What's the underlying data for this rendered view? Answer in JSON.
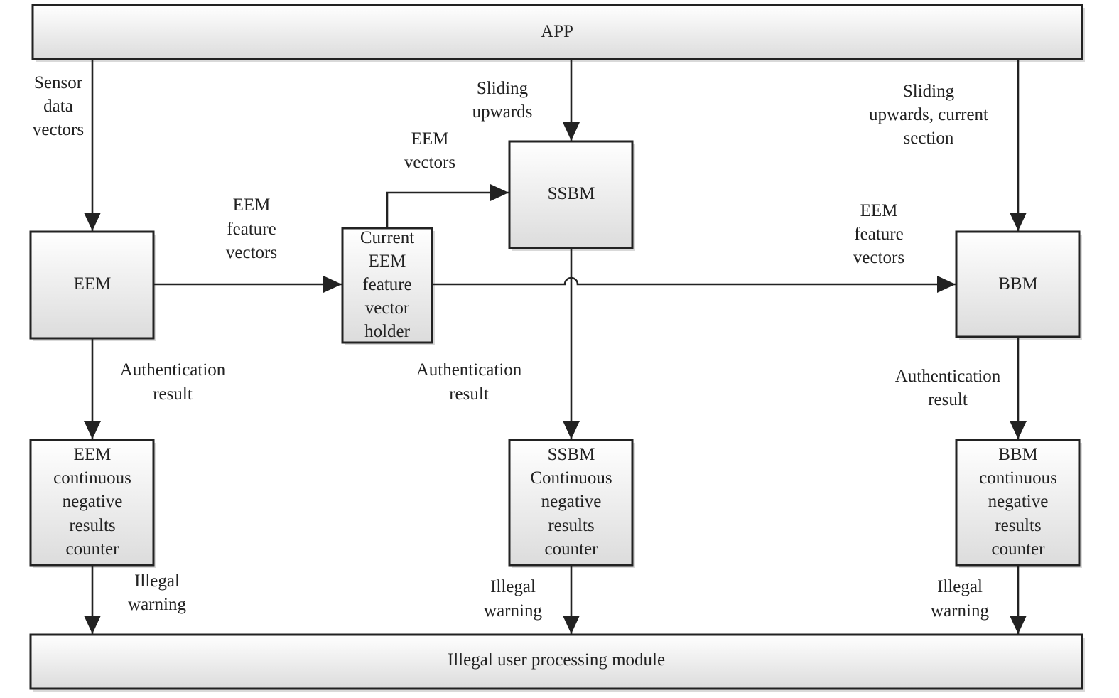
{
  "nodes": {
    "app": {
      "label": "APP"
    },
    "eem": {
      "label": "EEM"
    },
    "holder": {
      "lines": [
        "Current",
        "EEM",
        "feature",
        "vector",
        "holder"
      ]
    },
    "ssbm": {
      "label": "SSBM"
    },
    "bbm": {
      "label": "BBM"
    },
    "eem_counter": {
      "lines": [
        "EEM",
        "continuous",
        "negative",
        "results",
        "counter"
      ]
    },
    "ssbm_counter": {
      "lines": [
        "SSBM",
        "Continuous",
        "negative",
        "results",
        "counter"
      ]
    },
    "bbm_counter": {
      "lines": [
        "BBM",
        "continuous",
        "negative",
        "results",
        "counter"
      ]
    },
    "illegal_module": {
      "label": "Illegal user processing module"
    }
  },
  "edge_labels": {
    "sensor_data": [
      "Sensor",
      "data",
      "vectors"
    ],
    "sliding_upwards": [
      "Sliding",
      "upwards"
    ],
    "sliding_upwards_current": [
      "Sliding",
      "upwards, current",
      "section"
    ],
    "eem_vectors": [
      "EEM",
      "vectors"
    ],
    "eem_feature_left": [
      "EEM",
      "feature",
      "vectors"
    ],
    "eem_feature_right": [
      "EEM",
      "feature",
      "vectors"
    ],
    "auth_eem": [
      "Authentication",
      "result"
    ],
    "auth_ssbm": [
      "Authentication",
      "result"
    ],
    "auth_bbm": [
      "Authentication",
      "result"
    ],
    "illegal_eem": [
      "Illegal",
      "warning"
    ],
    "illegal_ssbm": [
      "Illegal",
      "warning"
    ],
    "illegal_bbm": [
      "Illegal",
      "warning"
    ]
  }
}
